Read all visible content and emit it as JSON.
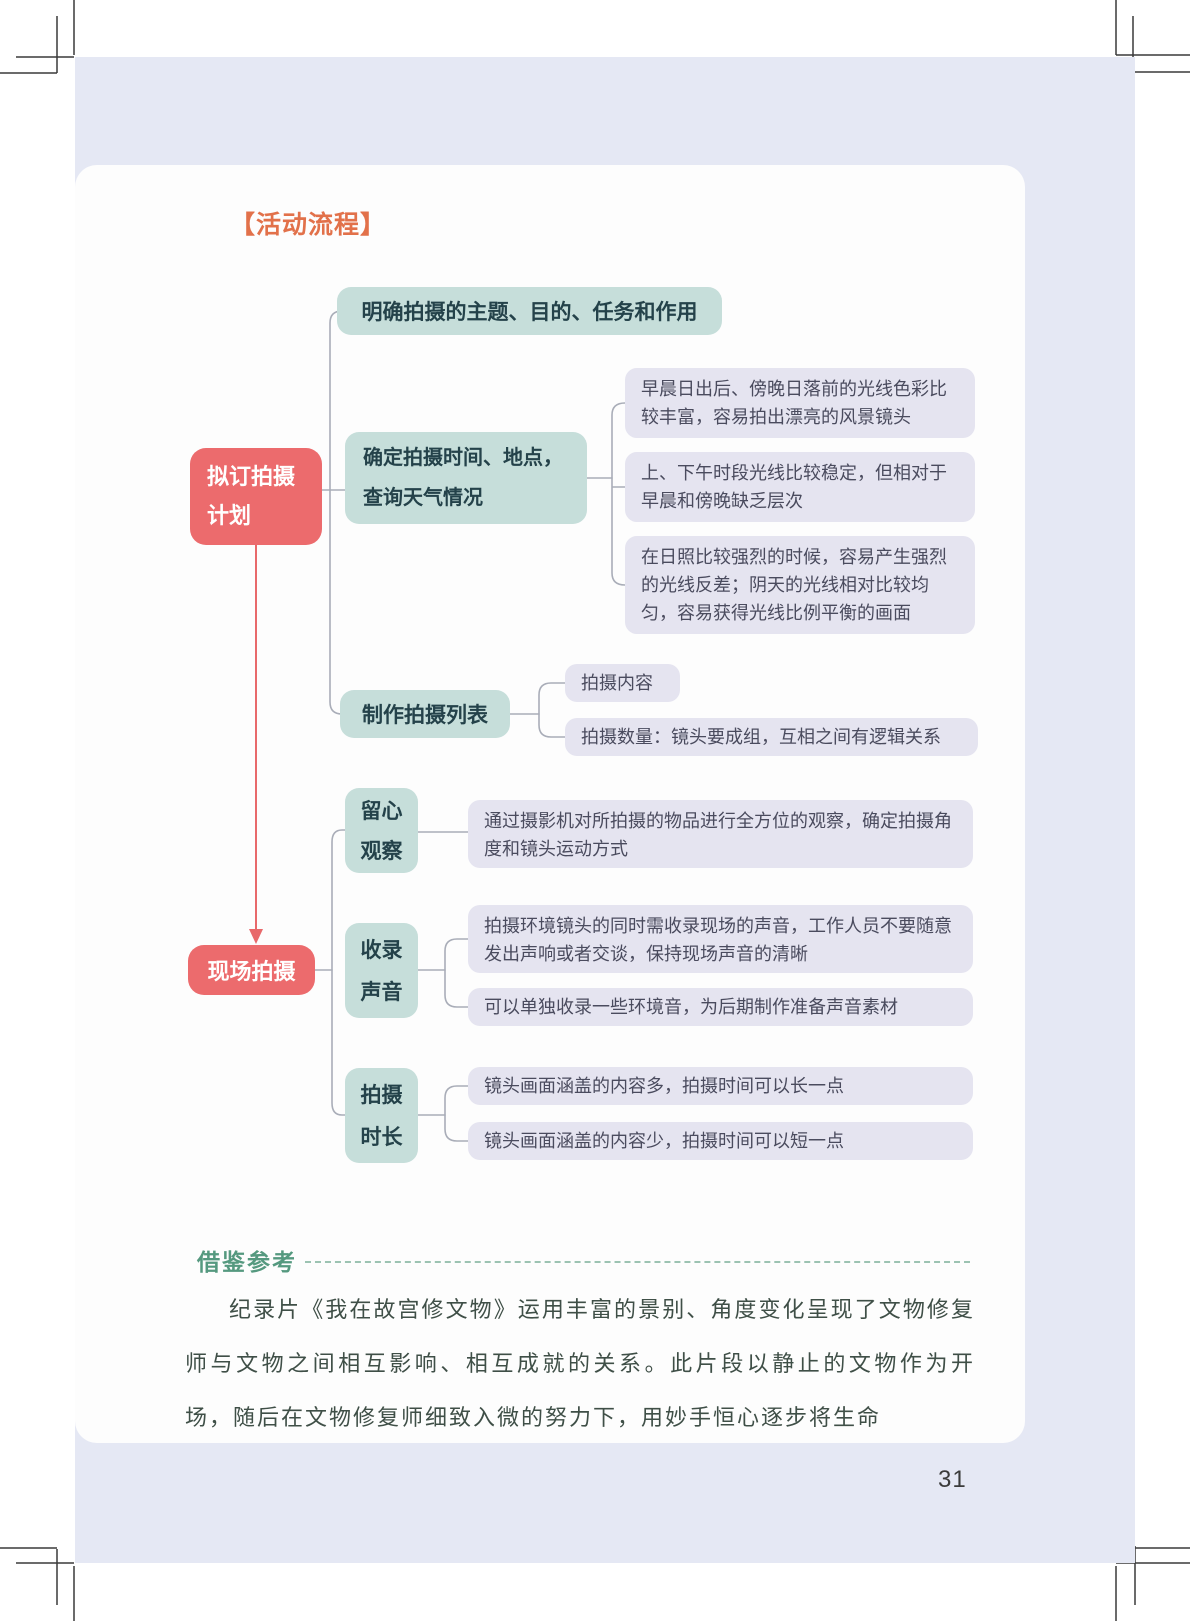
{
  "page": {
    "section_tag": "【活动流程】",
    "page_number": "31"
  },
  "flowchart": {
    "stage_plan": {
      "label": "拟订拍摄\n计划"
    },
    "stage_onsite": {
      "label": "现场拍摄"
    },
    "branch_clarify": {
      "label": "明确拍摄的主题、目的、任务和作用"
    },
    "branch_schedule": {
      "label": "确定拍摄时间、地点，\n查询天气情况"
    },
    "branch_list": {
      "label": "制作拍摄列表"
    },
    "branch_observe": {
      "label": "留心\n观察"
    },
    "branch_record": {
      "label": "收录\n声音"
    },
    "branch_duration": {
      "label": "拍摄\n时长"
    },
    "detail_morning": "早晨日出后、傍晚日落前的光线色彩比较丰富，容易拍出漂亮的风景镜头",
    "detail_afternoon": "上、下午时段光线比较稳定，但相对于早晨和傍晚缺乏层次",
    "detail_strong_light": "在日照比较强烈的时候，容易产生强烈的光线反差；阴天的光线相对比较均匀，容易获得光线比例平衡的画面",
    "detail_content": "拍摄内容",
    "detail_quantity": "拍摄数量：镜头要成组，互相之间有逻辑关系",
    "detail_observe": "通过摄影机对所拍摄的物品进行全方位的观察，确定拍摄角度和镜头运动方式",
    "detail_record_live": "拍摄环境镜头的同时需收录现场的声音，工作人员不要随意发出声响或者交谈，保持现场声音的清晰",
    "detail_record_ambient": "可以单独收录一些环境音，为后期制作准备声音素材",
    "detail_duration_long": "镜头画面涵盖的内容多，拍摄时间可以长一点",
    "detail_duration_short": "镜头画面涵盖的内容少，拍摄时间可以短一点"
  },
  "reference": {
    "heading": "借鉴参考",
    "paragraph": "纪录片《我在故宫修文物》运用丰富的景别、角度变化呈现了文物修复师与文物之间相互影响、相互成就的关系。此片段以静止的文物作为开场，随后在文物修复师细致入微的努力下，用妙手恒心逐步将生命"
  },
  "colors": {
    "accent_orange": "#E2714A",
    "node_red": "#EC6B6D",
    "node_teal": "#C6DEDA",
    "node_teal_text": "#24424A",
    "node_purple": "#E5E4F0",
    "node_purple_text": "#4A4B5E",
    "connector_gray": "#A9ADB8",
    "arrow_red": "#E8696B",
    "heading_green": "#55997F",
    "background_lavender": "#E5E8F4"
  }
}
